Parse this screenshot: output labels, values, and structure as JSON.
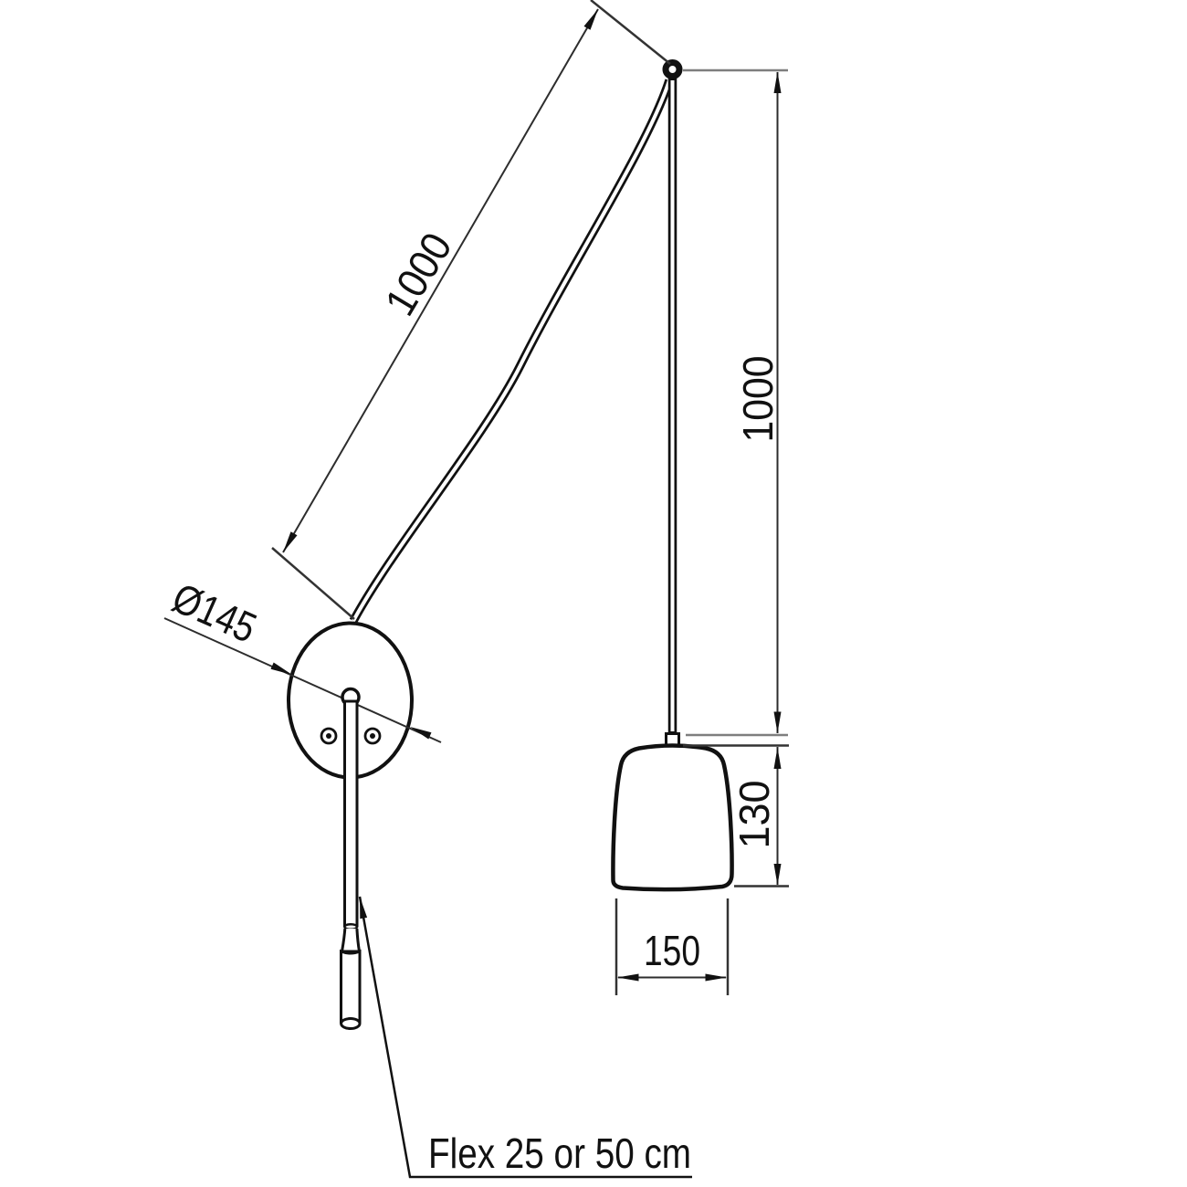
{
  "document": {
    "type": "technical-dimension-drawing",
    "subject": "wall-mounted pendant lamp with decentralized cable"
  },
  "dimensions": {
    "cable_upper_run": "1000",
    "pendant_drop": "1000",
    "shade_height": "130",
    "shade_width": "150",
    "wall_plate_diameter": "Ø145",
    "flex_note": "Flex 25 or 50 cm"
  },
  "colors": {
    "background": "#ffffff",
    "object_line": "#111111",
    "dimension_line": "#2d2d2d",
    "light_extension_line": "#7e7e7e"
  }
}
